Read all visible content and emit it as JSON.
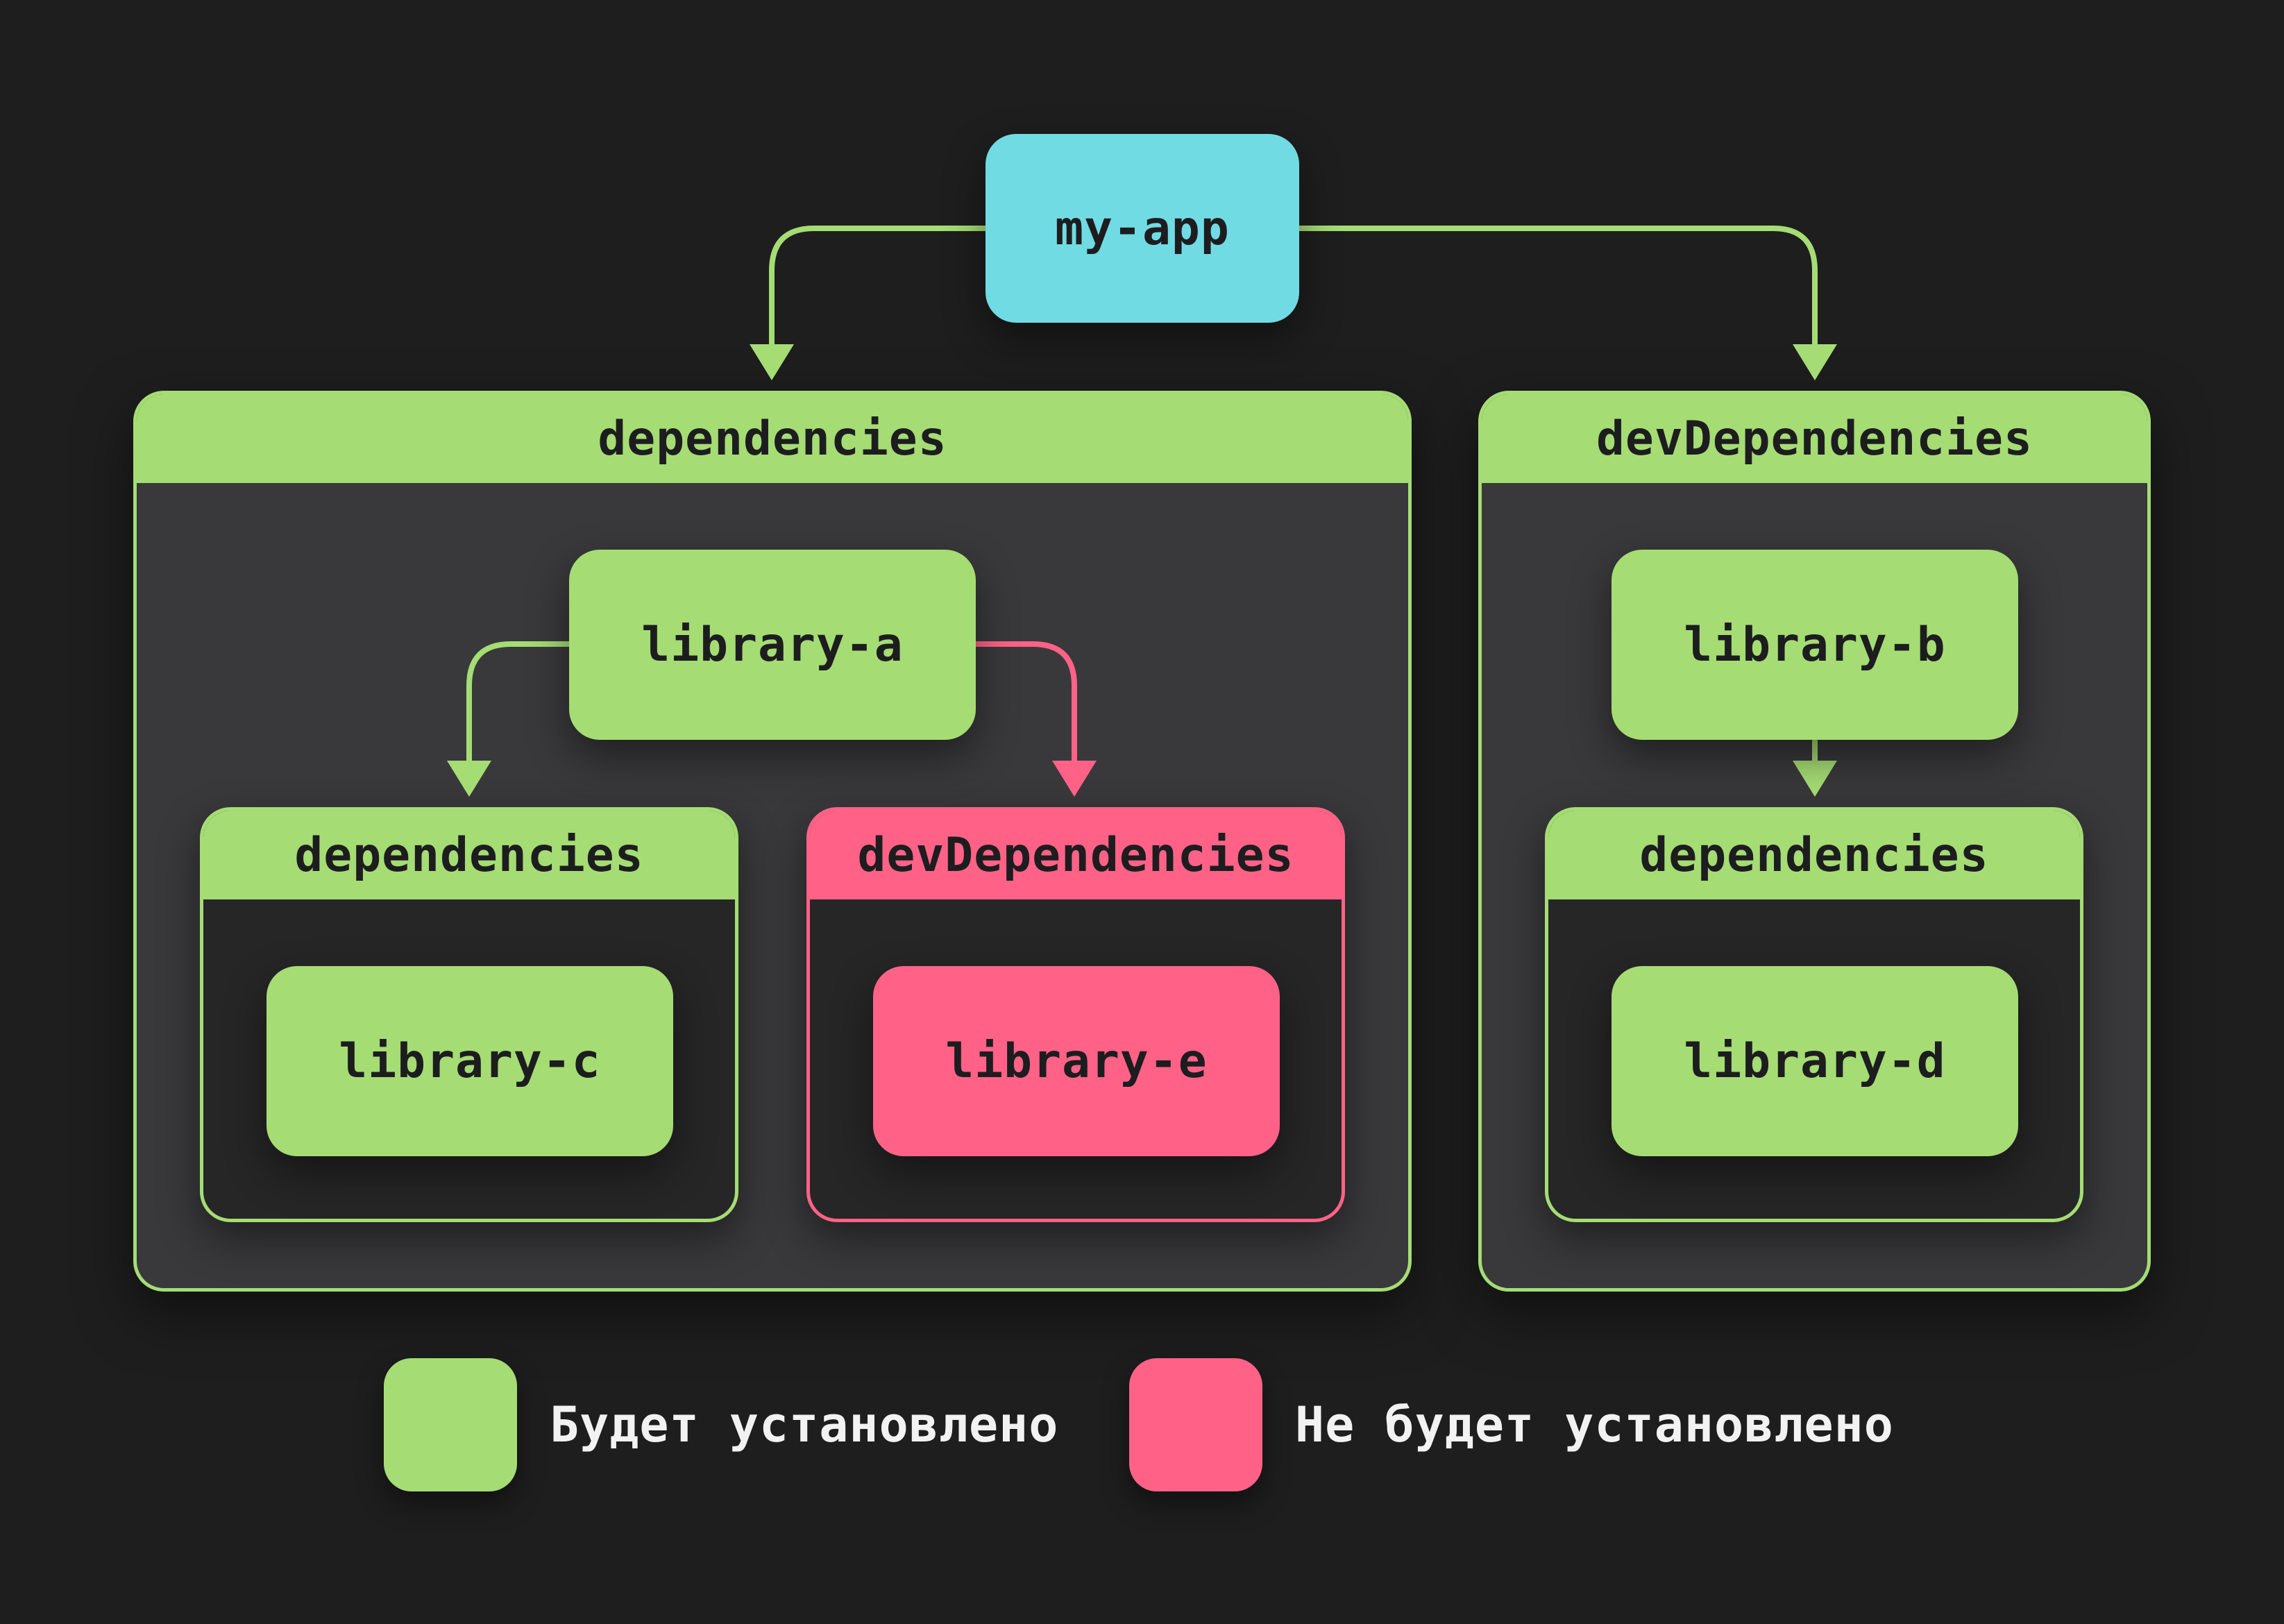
{
  "colors": {
    "background": "#1e1e1f",
    "installed": "#a5dc74",
    "not_installed": "#ff6286",
    "root": "#71dbe4",
    "outer_group_fill": "#39393b",
    "inner_group_fill": "#262627",
    "text_dark": "#1d1d1f",
    "text_light": "#f2f2f2"
  },
  "root": {
    "label": "my-app"
  },
  "groups": {
    "dependencies": {
      "label": "dependencies",
      "node": {
        "label": "library-a"
      },
      "sub_dependencies": {
        "label": "dependencies",
        "node": {
          "label": "library-c"
        }
      },
      "sub_dev_dependencies": {
        "label": "devDependencies",
        "node": {
          "label": "library-e"
        }
      }
    },
    "dev_dependencies": {
      "label": "devDependencies",
      "node": {
        "label": "library-b"
      },
      "sub_dependencies": {
        "label": "dependencies",
        "node": {
          "label": "library-d"
        }
      }
    }
  },
  "legend": {
    "installed": {
      "label": "Будет установлено",
      "color_name": "green"
    },
    "not_installed": {
      "label": "Не будет установлено",
      "color_name": "pink"
    }
  }
}
